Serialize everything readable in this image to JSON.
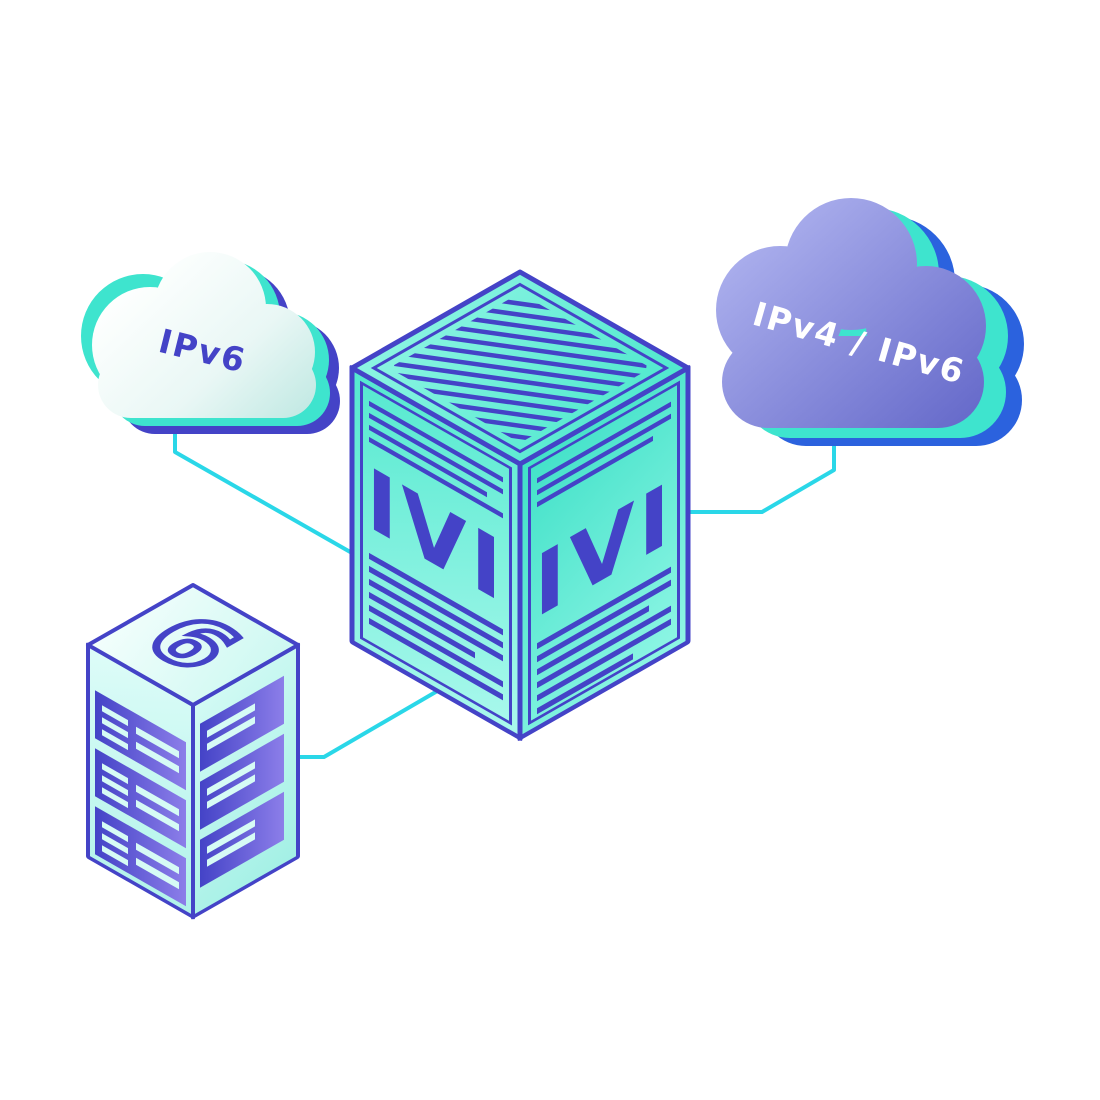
{
  "illustration": {
    "background_color": "#FFFFFF",
    "nodes": {
      "ipv6_cloud": {
        "label": "IPv6",
        "type": "cloud"
      },
      "dual_stack_cloud": {
        "label": "IPv4 / IPv6",
        "type": "cloud"
      },
      "ivi_box": {
        "left_face_label": "IVI",
        "right_face_label": "IVI",
        "type": "isometric-cube"
      },
      "ipv6_server": {
        "label": "6",
        "type": "server-rack"
      }
    },
    "connections": [
      {
        "from": "ipv6_cloud",
        "to": "ivi_box"
      },
      {
        "from": "ivi_box",
        "to": "dual_stack_cloud"
      },
      {
        "from": "ipv6_server",
        "to": "ivi_box"
      }
    ],
    "palette": {
      "connector_cyan": "#2AD7E8",
      "teal_accent": "#3EE4CE",
      "indigo_line": "#4443C7",
      "blue_accent": "#2B62DE",
      "cloud_purple": "#8A8EDC",
      "cube_aqua": "#54E9CF",
      "pale_mint": "#D6FBF5"
    }
  }
}
